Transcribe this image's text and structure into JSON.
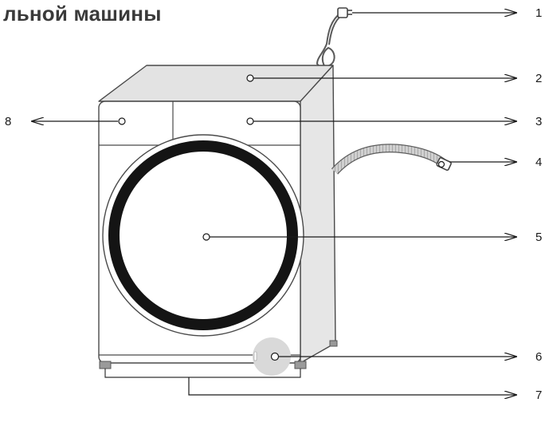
{
  "title": "льной машины",
  "callouts": [
    {
      "id": "1",
      "label": "1",
      "part": "power-cord"
    },
    {
      "id": "2",
      "label": "2",
      "part": "top-panel"
    },
    {
      "id": "3",
      "label": "3",
      "part": "control-panel"
    },
    {
      "id": "4",
      "label": "4",
      "part": "drain-hose"
    },
    {
      "id": "5",
      "label": "5",
      "part": "door"
    },
    {
      "id": "6",
      "label": "6",
      "part": "filter-cover"
    },
    {
      "id": "7",
      "label": "7",
      "part": "adjustable-feet"
    },
    {
      "id": "8",
      "label": "8",
      "part": "detergent-drawer"
    }
  ],
  "colors": {
    "body": "#ffffff",
    "side": "#e6e6e6",
    "top": "#e3e3e3",
    "outline": "#4a4a4a",
    "door_ring": "#141414",
    "filter": "#d9d9d9",
    "title": "#3a3a3a"
  }
}
